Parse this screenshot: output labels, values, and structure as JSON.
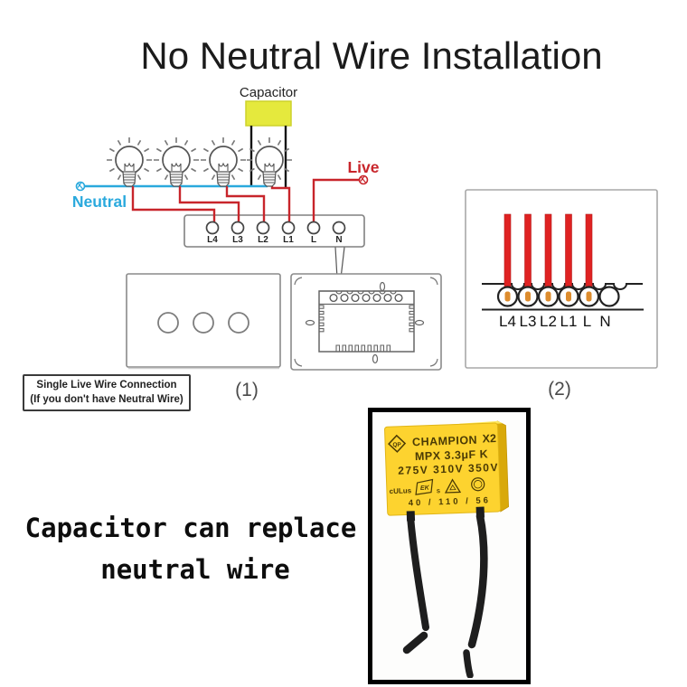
{
  "title": "No Neutral Wire Installation",
  "diagram": {
    "capacitor_label": "Capacitor",
    "neutral_label": "Neutral",
    "live_label": "Live",
    "terminal_labels": [
      "L4",
      "L3",
      "L2",
      "L1",
      "L",
      "N"
    ],
    "panel1_caption": "(1)"
  },
  "panel2": {
    "terminal_labels": [
      "L4",
      "L3",
      "L2",
      "L1",
      "L",
      "N"
    ],
    "caption": "(2)"
  },
  "note_box": {
    "line1": "Single Live Wire Connection",
    "line2": "(If you don't have Neutral Wire)"
  },
  "caption": {
    "line1": "Capacitor can replace",
    "line2": "neutral wire"
  },
  "capacitor_photo": {
    "logo_text": "QP",
    "brand": "CHAMPION",
    "series": "X2",
    "spec": "MPX 3.3μF K",
    "voltages": "275V 310V 350V",
    "cert_ul": "cULus",
    "cert_enec": "EK",
    "cert_s": "S",
    "ratings": "40 / 110 / 56"
  },
  "colors": {
    "capacitor_box": "#e5e93d",
    "neutral_blue": "#2aa9dd",
    "live_red": "#c8252b",
    "panel2_wire_red": "#df2222",
    "wire_end_orange": "#dd8c2e",
    "photo_capacitor_yellow": "#fdd32f"
  }
}
